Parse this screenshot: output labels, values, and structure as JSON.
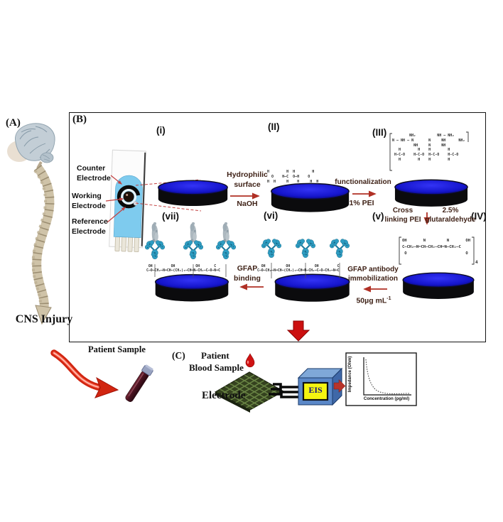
{
  "panelA": {
    "tag": "(A)",
    "caption": "CNS Injury"
  },
  "panelB": {
    "tag": "(B)",
    "steps": {
      "i": "(i)",
      "ii": "(II)",
      "iii": "(III)",
      "iv": "(IV)",
      "v": "(v)",
      "vi": "(vi)",
      "vii": "(vii)"
    },
    "spe_labels": [
      {
        "line1": "Counter",
        "line2": "Electrode"
      },
      {
        "line1": "Working",
        "line2": "Electrode"
      },
      {
        "line1": "Reference",
        "line2": "Electrode"
      }
    ],
    "reactions": {
      "naoh": {
        "above1": "Hydrophilic",
        "above2": "surface",
        "below": "NaOH"
      },
      "pei": {
        "above": "functionalization",
        "below": "1% PEI"
      },
      "glut": {
        "left1": "Cross",
        "left2": "linking PEI",
        "right1": "2.5%",
        "right2": "glutaraldehyde"
      },
      "immob": {
        "above1": "GFAP antibody",
        "above2": "immobilization",
        "below_main": "50µg mL",
        "below_sup": "-1"
      },
      "bind": {
        "above1": "GFAP",
        "above2": "binding"
      }
    },
    "chem": {
      "hydroxyl_ii": "H        H  H        H\n  O    H–C  O–H    O\nH  H     H    H     H  H",
      "pei_iii": "        NH₂          NH — NH₂\nN — NH — N       N     NH      NH₂\n          NH     N     NH\n   H        H    H        H\n H-C-O    H-C-O  H-C-O    H-C-O\n   H        H    H        H",
      "glut_iv": "OH       N         N       OH\nC–CH₂–N═CH–CH₂–CH═N–CH₂–C\n O                         O",
      "glut_iv_sub": "4",
      "linker_vi": "  OH          OH            OH         C\nC–O–CH₂–N═CH–(CH₂)₃–CH═N–CH₂–C–O–CH₂–N═C",
      "linker_vii": " OH         OH          OH       C\nC–O–CH₂–N═CH–(CH₂)₃–CH═N–CH₂–C–O–N═C"
    }
  },
  "panelC": {
    "tag": "(C)",
    "patient_sample": "Patient Sample",
    "blood_line1": "Patient",
    "blood_line2": "Blood Sample",
    "electrode": "Electrode",
    "eis": "EIS",
    "graph": {
      "ylabel": "Impedance (Ohm)",
      "xlabel": "Concentration (pg/ml)"
    }
  },
  "chart_data": {
    "type": "line",
    "title": "",
    "xlabel": "Concentration (pg/ml)",
    "ylabel": "Impedance (Ohm)",
    "legend": "none",
    "style": "small dotted exponential-decay calibration curve, no tick labels",
    "x": [
      0,
      1,
      2,
      3,
      4,
      6,
      8,
      10
    ],
    "y": [
      100,
      45,
      22,
      12,
      7,
      4,
      3,
      3
    ]
  },
  "colors": {
    "disc_top": "#1b1bd6",
    "disc_side": "#0b0b0d",
    "spe_body": "#7ecbee",
    "arrow_red": "#b03025",
    "label_maroon": "#3f2217",
    "antibody": "#2e9dc2",
    "gfap": "#aeb9c0",
    "eis_front": "#5b88c8",
    "eis_label_bg": "#f4f410",
    "blood": "#cf1212",
    "mesh_green": "#35421f"
  }
}
